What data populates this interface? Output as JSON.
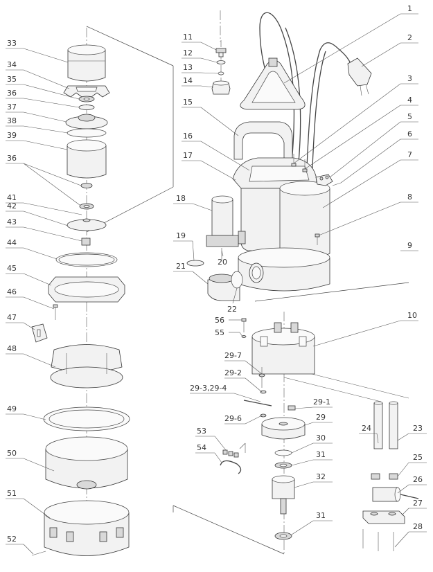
{
  "labels": {
    "p1": "1",
    "p2": "2",
    "p3": "3",
    "p4": "4",
    "p5": "5",
    "p6": "6",
    "p7": "7",
    "p8": "8",
    "p9": "9",
    "p10": "10",
    "p11": "11",
    "p12": "12",
    "p13": "13",
    "p14": "14",
    "p15": "15",
    "p16": "16",
    "p17": "17",
    "p18": "18",
    "p19": "19",
    "p20": "20",
    "p21": "21",
    "p22": "22",
    "p23": "23",
    "p24": "24",
    "p25": "25",
    "p26": "26",
    "p27": "27",
    "p28": "28",
    "p29": "29",
    "p29_1": "29-1",
    "p29_2": "29-2",
    "p29_3_4": "29-3,29-4",
    "p29_6": "29-6",
    "p29_7": "29-7",
    "p30": "30",
    "p31a": "31",
    "p31b": "31",
    "p32": "32",
    "p33": "33",
    "p34": "34",
    "p35": "35",
    "p36a": "36",
    "p36b": "36",
    "p37": "37",
    "p38": "38",
    "p39": "39",
    "p41": "41",
    "p42": "42",
    "p43": "43",
    "p44": "44",
    "p45": "45",
    "p46": "46",
    "p47": "47",
    "p48": "48",
    "p49": "49",
    "p50": "50",
    "p51": "51",
    "p52": "52",
    "p53": "53",
    "p54": "54",
    "p55": "55",
    "p56": "56"
  }
}
